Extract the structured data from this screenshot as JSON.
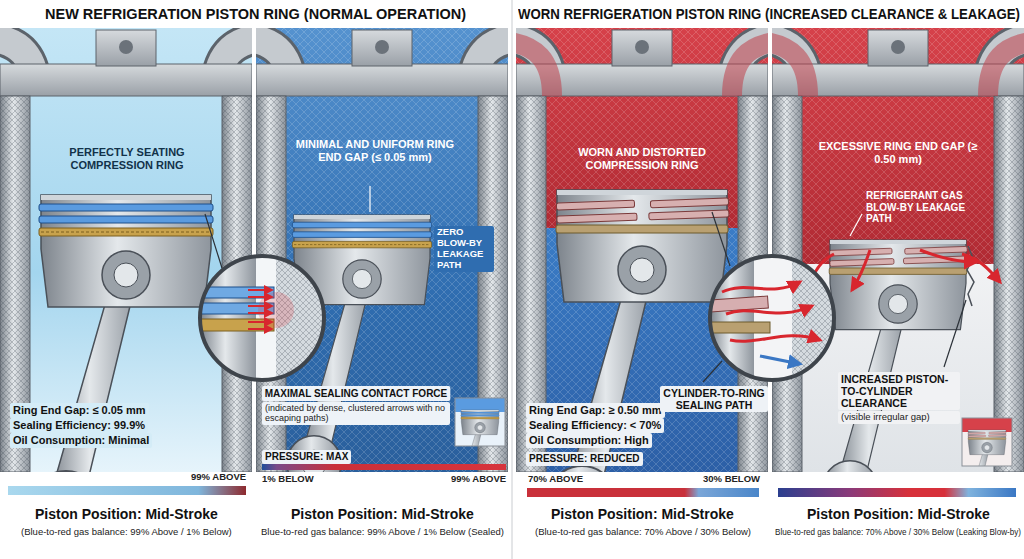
{
  "diagram": {
    "labels": [
      "NEW REFRIGERATION PISTON RING (NORMAL OPERATION)",
      "WORN REFRIGERATION PISTON RING (INCREASED CLEARANCE & LEAKAGE)",
      "PERFECTLY SEATING COMPRESSION RING",
      "Ring End Gap: ≤ 0.05 mm",
      "Sealing Efficiency: 99.9%",
      "Oil Consumption: Minimal",
      "99% ABOVE",
      "Piston Position: Mid-Stroke",
      "(Blue-to-red gas balance: 99% Above / 1% Below)",
      "MINIMAL AND UNIFORM RING END GAP (≤ 0.05 mm)",
      "ZERO BLOW-BY LEAKAGE PATH",
      "MAXIMAL SEALING CONTACT FORCE",
      "(indicated by dense, clustered arrows with no escaping paths)",
      "PRESSURE: MAX",
      "1% BELOW",
      "99% ABOVE",
      "Piston Position: Mid-Stroke",
      "Blue-to-red gas balance: 99% Above / 1% Below (Sealed)",
      "WORN AND DISTORTED COMPRESSION RING",
      "Ring End Gap: ≥ 0.50 mm",
      "Sealing Efficiency: < 70%",
      "Oil Consumption: High",
      "PRESSURE: REDUCED",
      "CYLINDER-TO-RING SEALING PATH",
      "70% ABOVE",
      "30% BELOW",
      "Piston Position: Mid-Stroke",
      "(Blue-to-red gas balance: 70% Above / 30% Below)",
      "EXCESSIVE RING END GAP (≥ 0.50 mm)",
      "REFRIGERANT GAS BLOW-BY LEAKAGE PATH",
      "INCREASED PISTON-TO-CYLINDER CLEARANCE",
      "(visible irregular gap)",
      "Piston Position: Mid-Stroke",
      "Blue-to-red gas balance: 70% Above / 30% Below (Leaking Blow-by)"
    ]
  }
}
